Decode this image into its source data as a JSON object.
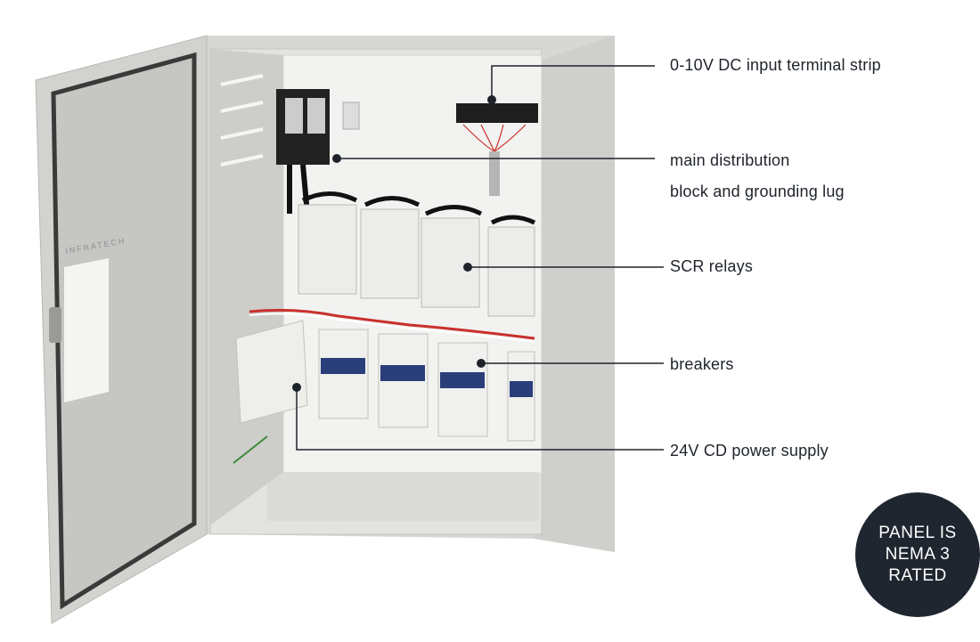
{
  "product": {
    "door_logo": "INFRATECH"
  },
  "callouts": [
    {
      "label": "0-10V DC input terminal strip"
    },
    {
      "label": "main distribution"
    },
    {
      "label": "block and grounding lug"
    },
    {
      "label": "SCR relays"
    },
    {
      "label": "breakers"
    },
    {
      "label": "24V CD power supply"
    }
  ],
  "badge": {
    "line1": "PANEL IS",
    "line2": "NEMA 3",
    "line3": "RATED",
    "color": "#1f2630"
  },
  "colors": {
    "enclosure": "#dcdcda",
    "backplate": "#f1f1ef",
    "callout_line": "#1e232b",
    "breaker_blue": "#2a3f7a",
    "wire_red": "#c9302c"
  }
}
